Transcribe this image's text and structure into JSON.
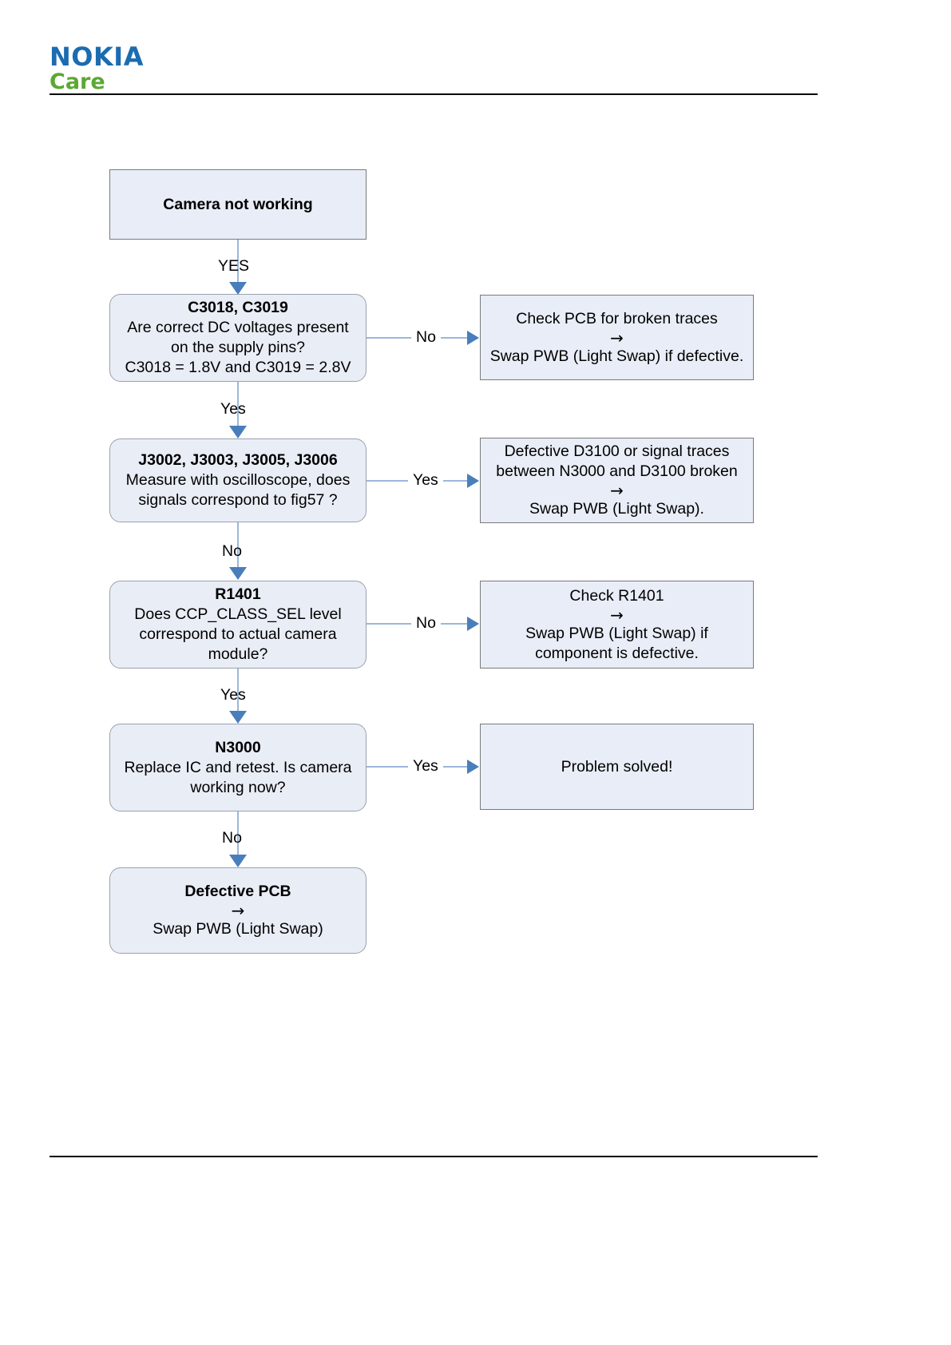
{
  "header": {
    "brand_primary": "NOKIA",
    "brand_secondary": "Care",
    "color_primary": "#1B6CB0",
    "color_secondary": "#5BA832"
  },
  "flowchart": {
    "title": "Camera not working troubleshooting flow",
    "arrow_glyph": "→",
    "nodes": {
      "start": {
        "line1": "Camera not working"
      },
      "q1": {
        "line1": "C3018, C3019",
        "line2": "Are correct DC voltages present",
        "line3": "on the supply pins?",
        "line4": "C3018 = 1.8V and C3019 = 2.8V"
      },
      "r1": {
        "line1": "Check PCB for broken traces",
        "line2": "→",
        "line3": "Swap PWB (Light Swap) if defective."
      },
      "q2": {
        "line1": "J3002, J3003, J3005, J3006",
        "line2": "Measure with oscilloscope, does",
        "line3": "signals correspond to fig57 ?"
      },
      "r2": {
        "line1": "Defective D3100 or signal traces",
        "line2": "between N3000 and D3100 broken",
        "line3": "→",
        "line4": "Swap PWB (Light Swap)."
      },
      "q3": {
        "line1": "R1401",
        "line2": "Does CCP_CLASS_SEL level",
        "line3": "correspond to actual camera",
        "line4": "module?"
      },
      "r3": {
        "line1": "Check R1401",
        "line2": "→",
        "line3": "Swap PWB (Light Swap) if",
        "line4": "component is defective."
      },
      "q4": {
        "line1": "N3000",
        "line2": "Replace IC and retest. Is camera",
        "line3": "working now?"
      },
      "r4": {
        "line1": "Problem solved!"
      },
      "end": {
        "line1": "Defective PCB",
        "line2": "→",
        "line3": "Swap PWB (Light Swap)"
      }
    },
    "edges": {
      "start_to_q1": "YES",
      "q1_to_r1": "No",
      "q1_to_q2": "Yes",
      "q2_to_r2": "Yes",
      "q2_to_q3": "No",
      "q3_to_r3": "No",
      "q3_to_q4": "Yes",
      "q4_to_r4": "Yes",
      "q4_to_end": "No"
    }
  }
}
